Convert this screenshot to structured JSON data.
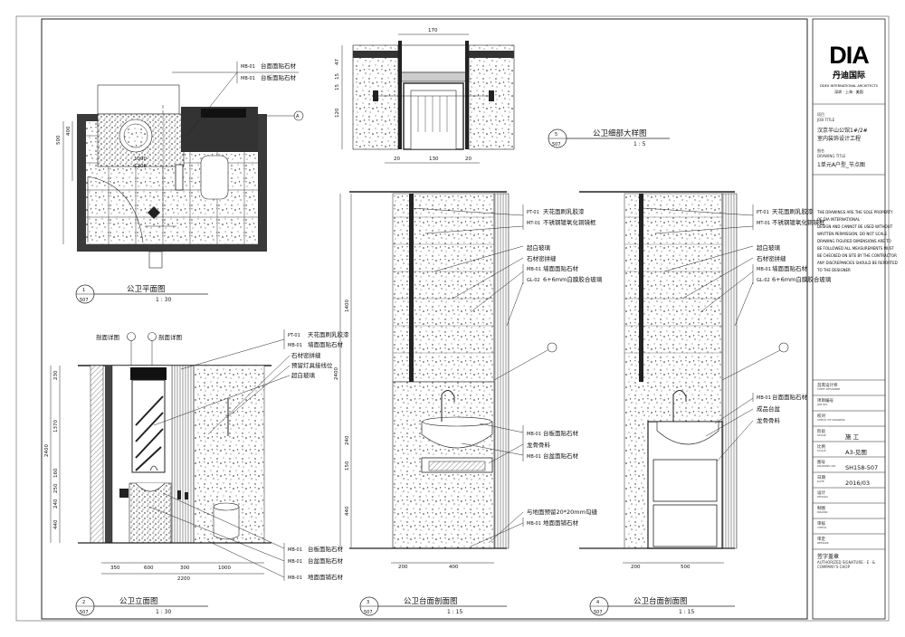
{
  "brand": {
    "logo": "DIA",
    "logo_cn": "丹迪国际",
    "company": "DDEX INTERNATIONAL ARCHITECTS",
    "cities": "深圳 · 上海 · 美国"
  },
  "title_block": {
    "project_label": "项目",
    "project_label_en": "JOB TITLE",
    "project_l1": "汉京半山公馆1#/2#",
    "project_l2": "室内装饰设计工程",
    "drawing_label": "图名",
    "drawing_label_en": "DRAWING TITLE",
    "drawing_name": "1单元A户型_节点图",
    "notice": [
      "THE DRAWINGS ARE THE SOLE PROPERTY",
      "OF DIA INTERNATIONAL",
      "DESIGN AND CANNOT BE USED WITHOUT",
      "WRITTEN PERMISSION. DO NOT SCALE",
      "DRAWING FIGURED DIMENSIONS ARE TO",
      "BE FOLLOWED ALL MEASUREMENTS MUST",
      "BE CHECKED ON SITE BY THE CONTRACTOR",
      "ANY DISCREPANCIES SHOULD BE REPORTED",
      "TO THE DESIGNER"
    ],
    "rows": [
      {
        "label": "首席设计师",
        "en": "CHIEF DESIGNER",
        "value": ""
      },
      {
        "label": "项目编号",
        "en": "JOB NO.",
        "value": ""
      },
      {
        "label": "校对",
        "en": "CHECK OF DRAWING",
        "value": ""
      },
      {
        "label": "阶段",
        "en": "STAGE",
        "value": "施 工"
      },
      {
        "label": "比例",
        "en": "SCALE",
        "value": "A3-见图"
      },
      {
        "label": "图号",
        "en": "DRAWING NO.",
        "value": "SH158-507"
      },
      {
        "label": "日期",
        "en": "DATE",
        "value": "2016/03"
      },
      {
        "label": "设计",
        "en": "DESIGN",
        "value": ""
      },
      {
        "label": "制图",
        "en": "DRAWN",
        "value": ""
      },
      {
        "label": "审核",
        "en": "CHECK",
        "value": ""
      },
      {
        "label": "审定",
        "en": "REMARK",
        "value": ""
      }
    ],
    "sign_label": "签字盖章",
    "sign_en": "AUTHORIZED SIGNATURE · E · &",
    "sign_en2": "COMPANY'S CHOP"
  },
  "views": {
    "plan": {
      "num": "1",
      "sheet": "507",
      "title": "公卫平面图",
      "scale": "1 : 30"
    },
    "elev": {
      "num": "2",
      "sheet": "507",
      "title": "公卫立面图",
      "scale": "1 : 30"
    },
    "sec3": {
      "num": "3",
      "sheet": "507",
      "title": "公卫台面剖面图",
      "scale": "1 : 15"
    },
    "sec4": {
      "num": "4",
      "sheet": "507",
      "title": "公卫台面剖面图",
      "scale": "1 : 15"
    },
    "detail": {
      "num": "5",
      "sheet": "507",
      "title": "公卫细部大样图",
      "scale": "1 : 5"
    }
  },
  "plan_notes": {
    "n1": "台面面贴石材",
    "n2": "台板面贴石材",
    "t1": "MB-01",
    "t2": "MB-01"
  },
  "plan_dims": {
    "left1": "500",
    "left2": "400",
    "top1": "1200",
    "top2": "1000",
    "side": "400"
  },
  "elev_notes": {
    "n1": "天花面刷乳胶漆",
    "n2": "墙面面贴石材",
    "n3": "石材密拼缝",
    "n4": "预留灯具接线位",
    "n5": "超白玻璃",
    "t1": "PT-01",
    "t2": "MB-01",
    "b1": "台板面贴石材",
    "b2": "台盆面贴石材",
    "b3": "地面面铺石材",
    "bt1": "MB-01",
    "bt2": "MB-01",
    "bt3": "MB-01",
    "sec_a": "剖面详图",
    "sec_b": "剖面详图"
  },
  "elev_dims": {
    "h1": "230",
    "h2": "1370",
    "h3": "160",
    "h4": "250",
    "h5": "240",
    "h6": "440",
    "total": "2400",
    "w1": "350",
    "w2": "600",
    "w3": "300",
    "w4": "1000",
    "wtotal": "2200"
  },
  "sec3_notes": {
    "n1": "天花面刷乳胶漆",
    "n2": "不锈钢镀氧化铜镜框",
    "n3": "超白玻璃",
    "n4": "石材密拼缝",
    "n5": "墙面面贴石材",
    "n6": "6+6mm白膜胶合玻璃",
    "t1": "PT-01",
    "t2": "MT-01",
    "t5": "MB-01",
    "t6": "GL-02",
    "b1": "台板面贴石材",
    "b2": "龙骨骨料",
    "b3": "台盆面贴石材",
    "b4": "与地面预留20*20mm勾缝",
    "b5": "地面面铺石材",
    "bt1": "MB-01",
    "bt3": "MB-01",
    "bt5": "MB-01"
  },
  "sec3_dims": {
    "h1": "1400",
    "h2": "2400",
    "h3": "240",
    "h4": "150",
    "h5": "440",
    "w1": "200",
    "w2": "400"
  },
  "sec4_notes": {
    "n1": "天花面刷乳胶漆",
    "n2": "不锈钢镀氧化铜镜框",
    "n3": "超白玻璃",
    "n4": "石材密拼缝",
    "n5": "墙面面贴石材",
    "n6": "6+6mm白膜胶合玻璃",
    "t1": "PT-01",
    "t2": "MT-01",
    "t5": "MB-01",
    "t6": "GL-02",
    "b1": "台面面贴石材",
    "b2": "成品台盆",
    "b3": "龙骨骨料",
    "bt1": "MB-01"
  },
  "sec4_dims": {
    "w1": "200",
    "w2": "500"
  },
  "detail_dims": {
    "top": "170",
    "bottom": "130",
    "b1": "20",
    "b2": "20",
    "v1": "47",
    "v2": "15",
    "v3": "15",
    "v4": "120"
  }
}
